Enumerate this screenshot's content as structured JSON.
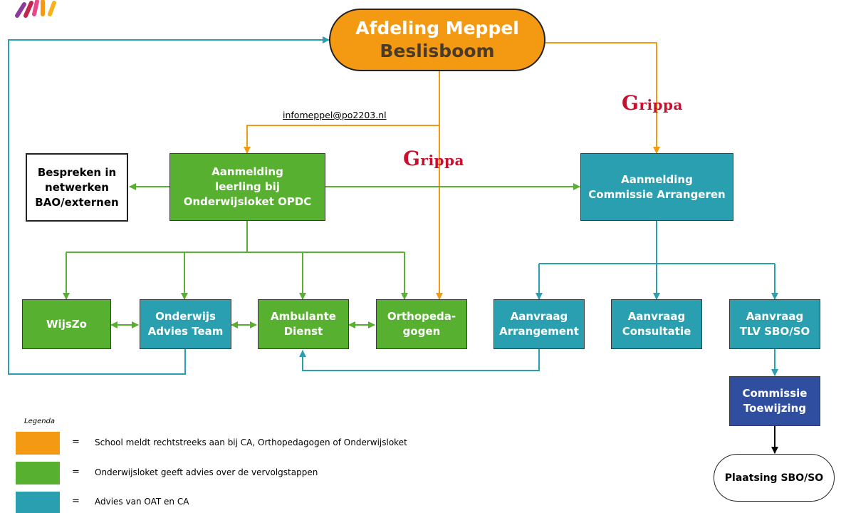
{
  "title": {
    "line1": "Afdeling Meppel",
    "line2": "Beslisboom"
  },
  "email": "infomeppel@po2203.nl",
  "grippa_logo": {
    "text": "Grippa",
    "cap": "G",
    "rest": "rippa",
    "color": "#c8102e"
  },
  "nodes": {
    "bespreken": [
      "Bespreken in",
      "netwerken",
      "BAO/externen"
    ],
    "aanmelding_loket": [
      "Aanmelding",
      "leerling bij",
      "Onderwijsloket OPDC"
    ],
    "aanmelding_commissie": [
      "Aanmelding",
      "Commissie Arrangeren"
    ],
    "wijszo": [
      "WijsZo"
    ],
    "oat": [
      "Onderwijs",
      "Advies Team"
    ],
    "ambulante": [
      "Ambulante",
      "Dienst"
    ],
    "ortho": [
      "Orthopeda-",
      "gogen"
    ],
    "arrangement": [
      "Aanvraag",
      "Arrangement"
    ],
    "consultatie": [
      "Aanvraag",
      "Consultatie"
    ],
    "tlv": [
      "Aanvraag",
      "TLV SBO/SO"
    ],
    "toewijzing": [
      "Commissie",
      "Toewijzing"
    ],
    "plaatsing": [
      "Plaatsing SBO/SO"
    ]
  },
  "legend": {
    "title": "Legenda",
    "items": [
      {
        "color": "#f39a12",
        "eq": "=",
        "text": "School meldt rechtstreeks aan bij CA, Orthopedagogen of Onderwijsloket"
      },
      {
        "color": "#58b031",
        "eq": "=",
        "text": "Onderwijsloket geeft advies over de vervolgstappen"
      },
      {
        "color": "#2a9fb0",
        "eq": "=",
        "text": "Advies van OAT en CA"
      }
    ]
  },
  "colors": {
    "orange": "#f39a12",
    "green": "#58b031",
    "teal": "#2a9fb0",
    "navy": "#2f4e9f",
    "black": "#000000"
  }
}
